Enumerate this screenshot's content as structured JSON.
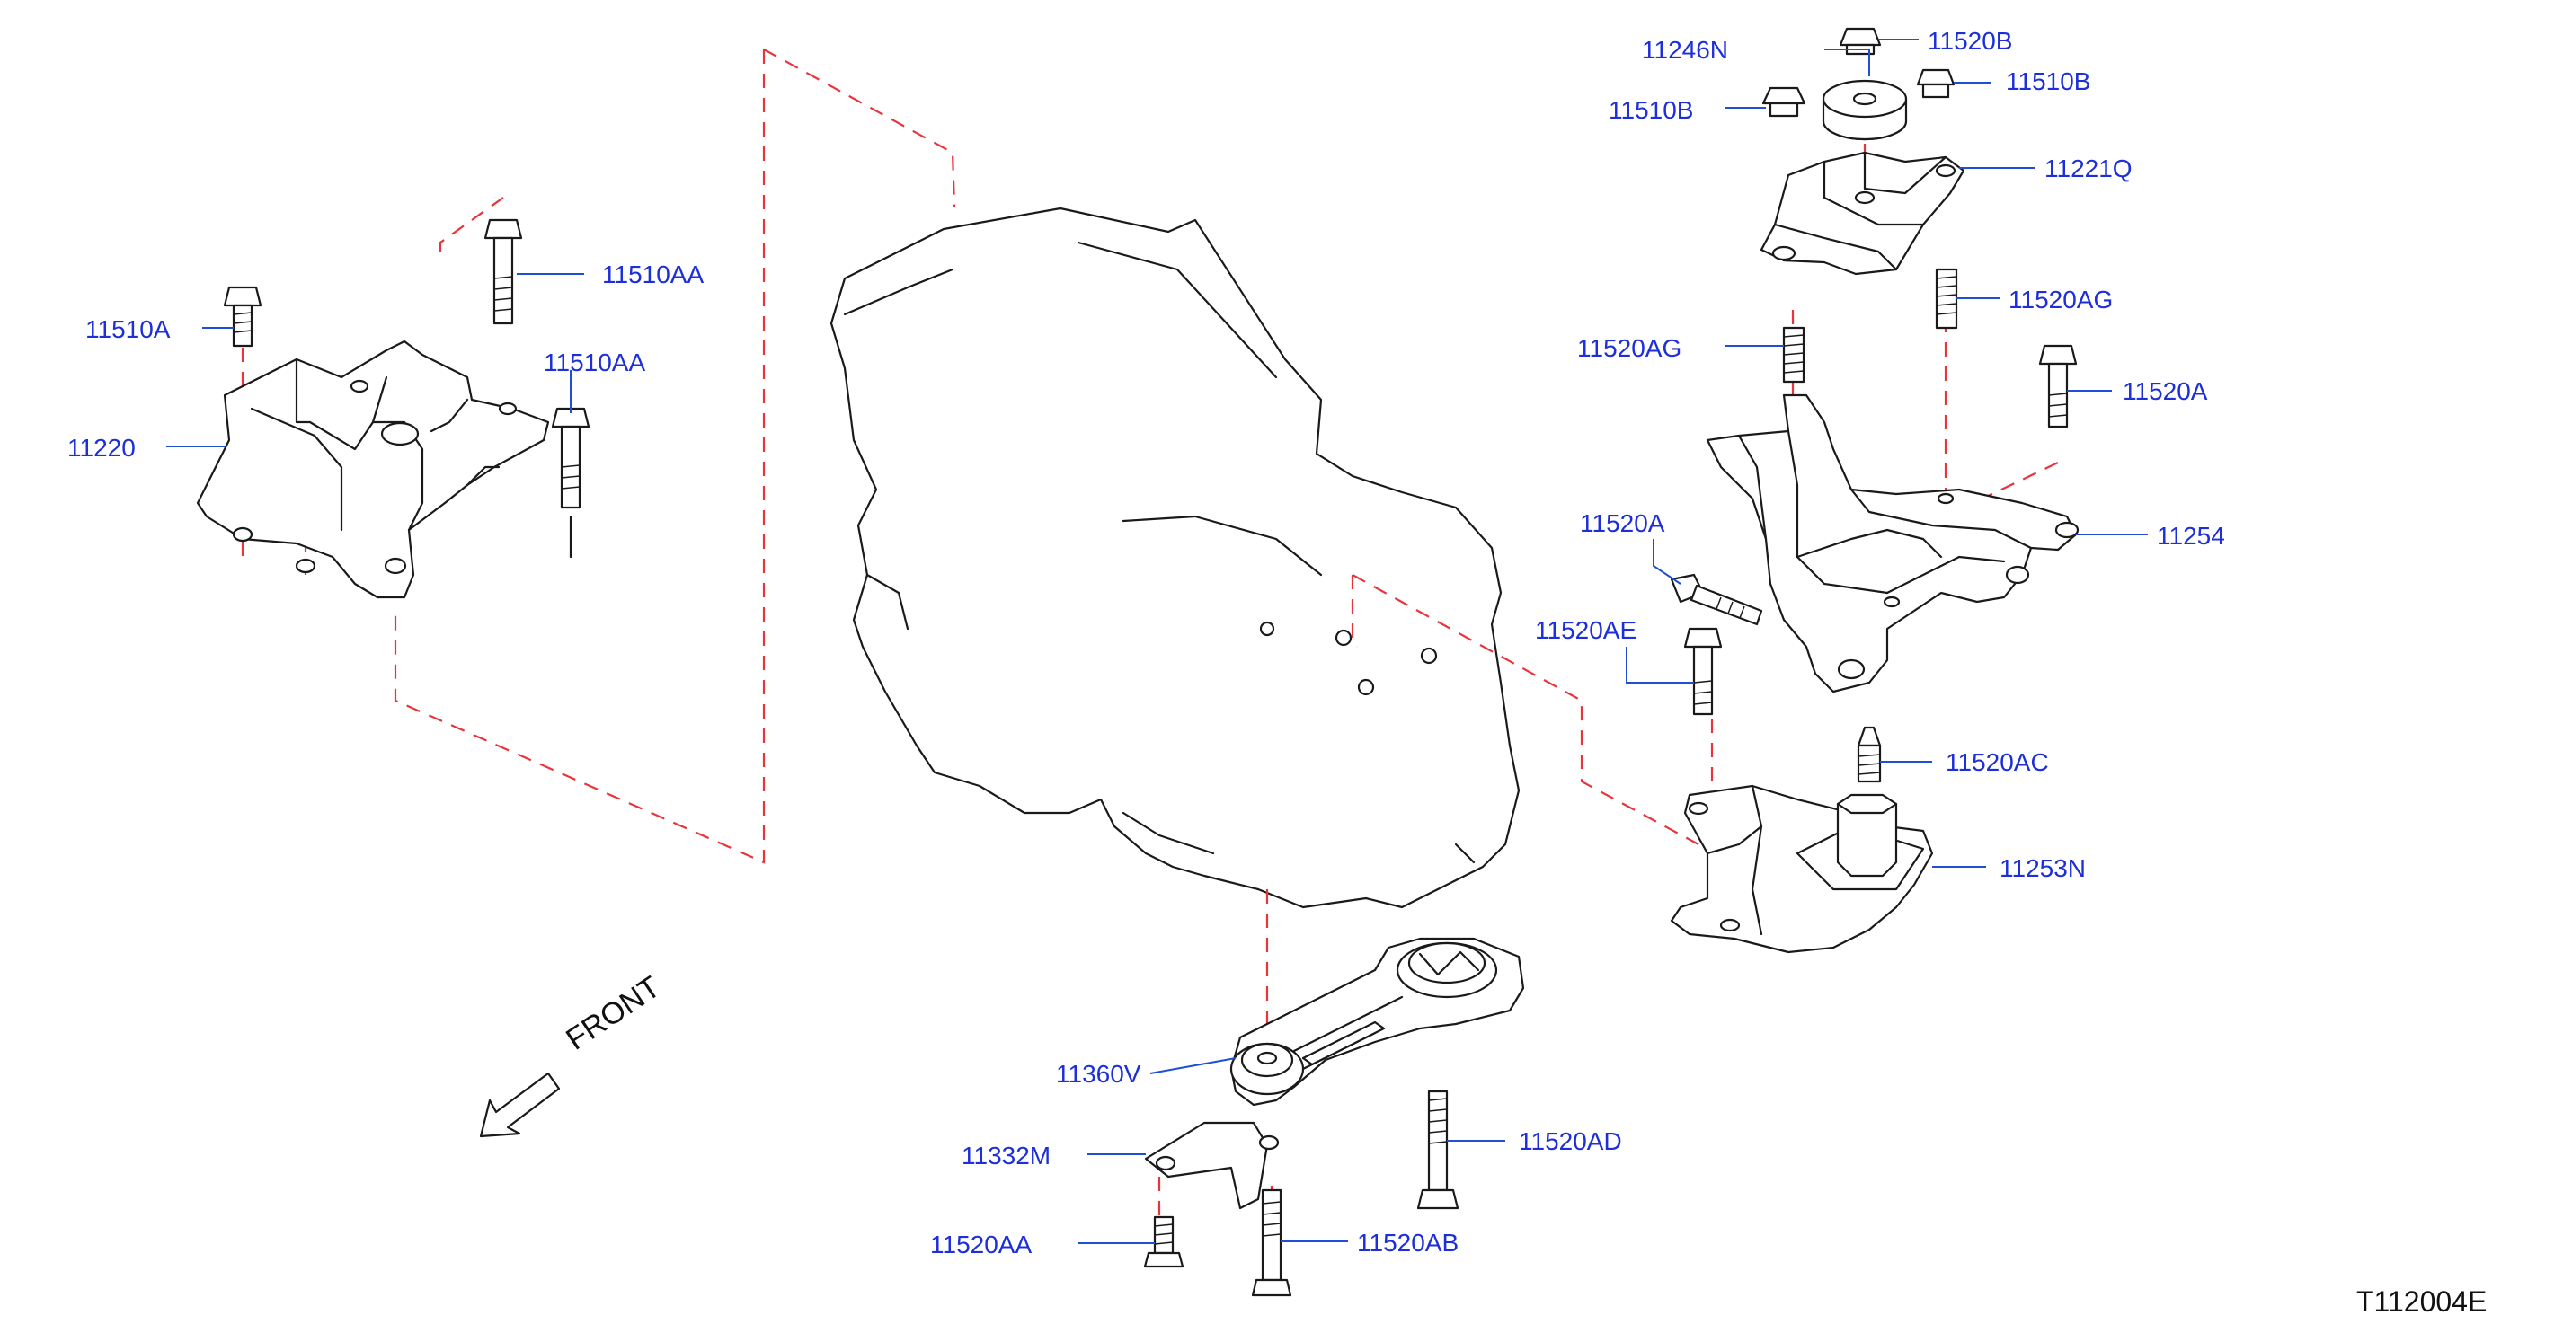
{
  "diagram": {
    "parts": {
      "p11246N": "11246N",
      "p11520B": "11520B",
      "p11510B_left": "11510B",
      "p11510B_right": "11510B",
      "p11221Q": "11221Q",
      "p11520AG_left": "11520AG",
      "p11520AG_right": "11520AG",
      "p11520A_right": "11520A",
      "p11520A_center": "11520A",
      "p11254": "11254",
      "p11520AE": "11520AE",
      "p11520AC": "11520AC",
      "p11253N": "11253N",
      "p11510AA_top": "11510AA",
      "p11510AA_mid": "11510AA",
      "p11510A": "11510A",
      "p11220": "11220",
      "p11360V": "11360V",
      "p11520AD": "11520AD",
      "p11332M": "11332M",
      "p11520AA": "11520AA",
      "p11520AB": "11520AB"
    },
    "front_label": "FRONT",
    "diagram_code": "T112004E",
    "colors": {
      "label": "#1c2fd8",
      "leader": "#1f4fd6",
      "centerline": "#e8343a",
      "outline": "#1a1a1a"
    }
  }
}
